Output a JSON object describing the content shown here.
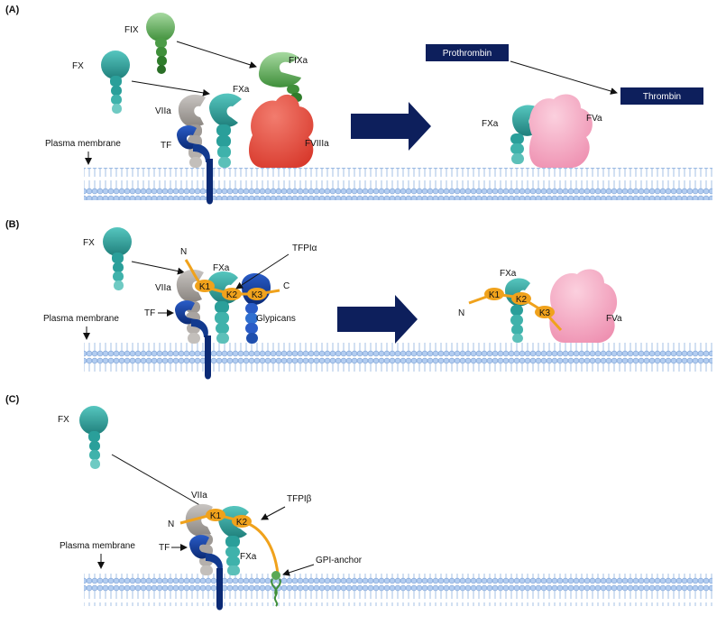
{
  "panels": {
    "a": {
      "label": "(A)",
      "fix": "FIX",
      "fixa": "FIXa",
      "fx": "FX",
      "fxa": "FXa",
      "viia": "VIIa",
      "tf": "TF",
      "fviiia": "FVIIIa",
      "plasma_membrane": "Plasma membrane",
      "prothrombin": "Prothrombin",
      "thrombin": "Thrombin",
      "fxa_right": "FXa",
      "fva": "FVa"
    },
    "b": {
      "label": "(B)",
      "fx": "FX",
      "n": "N",
      "fxa": "FXa",
      "tfpi_alpha": "TFPIα",
      "c": "C",
      "viia": "VIIa",
      "k1": "K1",
      "k2": "K2",
      "k3": "K3",
      "tf": "TF",
      "glypicans": "Glypicans",
      "plasma_membrane": "Plasma membrane",
      "fxa_right": "FXa",
      "n_right": "N",
      "k1_right": "K1",
      "k2_right": "K2",
      "k3_right": "K3",
      "fva": "FVa"
    },
    "c": {
      "label": "(C)",
      "fx": "FX",
      "viia": "VIIa",
      "tfpi_beta": "TFPIβ",
      "n": "N",
      "k1": "K1",
      "k2": "K2",
      "tf": "TF",
      "fxa": "FXa",
      "plasma_membrane": "Plasma membrane",
      "gpi_anchor": "GPI-anchor"
    }
  },
  "colors": {
    "teal": "#2a9f9a",
    "grey": "#a9a4a0",
    "tf_blue": "#123a8f",
    "green": "#5aa855",
    "red": "#e24a3c",
    "pink": "#f2a3bf",
    "navy": "#0d1f5c",
    "orange": "#f0a21c",
    "membrane_blue": "#9dbde8",
    "glypican_blue": "#2f6fd0"
  }
}
